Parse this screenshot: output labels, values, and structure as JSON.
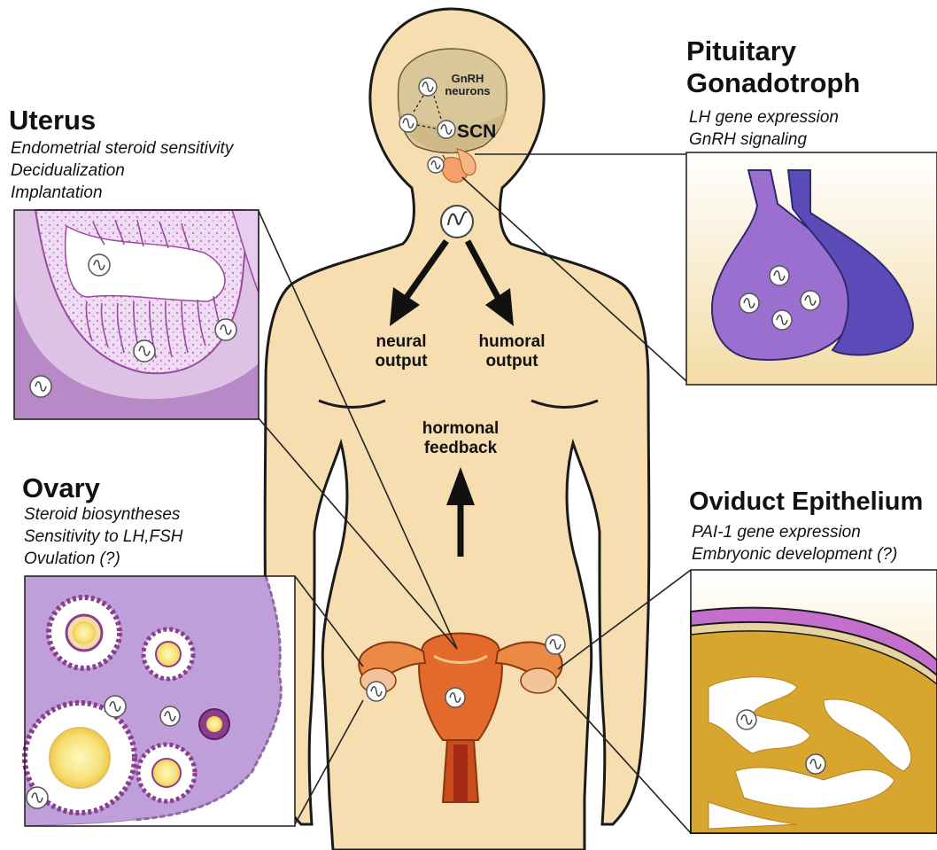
{
  "brain": {
    "gnrh_line1": "GnRH",
    "gnrh_line2": "neurons",
    "scn": "SCN"
  },
  "center": {
    "neural_line1": "neural",
    "neural_line2": "output",
    "humoral_line1": "humoral",
    "humoral_line2": "output",
    "feedback_line1": "hormonal",
    "feedback_line2": "feedback"
  },
  "uterus": {
    "title": "Uterus",
    "items": [
      "Endometrial steroid sensitivity",
      "Decidualization",
      "Implantation"
    ]
  },
  "pituitary": {
    "title_line1": "Pituitary",
    "title_line2": "Gonadotroph",
    "items": [
      "LH gene expression",
      "GnRH signaling"
    ]
  },
  "ovary": {
    "title": "Ovary",
    "items": [
      "Steroid biosyntheses",
      "Sensitivity to LH,FSH",
      "Ovulation (?)"
    ]
  },
  "oviduct": {
    "title": "Oviduct Epithelium",
    "items": [
      "PAI-1 gene expression",
      "Embryonic development (?)"
    ]
  },
  "colors": {
    "body": "#f6deb0",
    "uterus_purple": "#c9a2d6",
    "pituitary_purple": "#9b6fd0",
    "pituitary_blue": "#5b4bb8",
    "oviduct_gold": "#d8a52e",
    "oviduct_magenta": "#c46fcd",
    "organ_orange": "#e0742c"
  }
}
